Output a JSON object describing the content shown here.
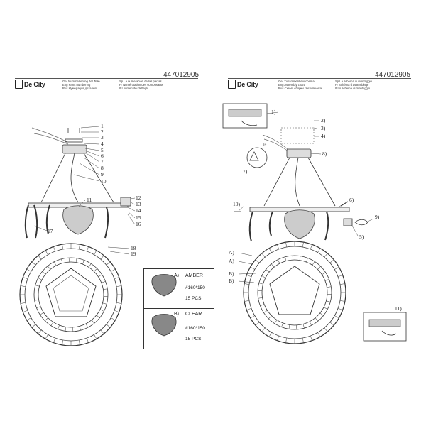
{
  "brand": "De City",
  "left": {
    "code": "447012905",
    "captions": [
      "Ger Nummerierung der Teile",
      "Eng Parts numbering",
      "Rus Нумерация деталей",
      "Sp La numeración de las piezas",
      "Fr Numérotation des composants",
      "It I numeri dei dettagli"
    ],
    "part_numbers": [
      "1",
      "2",
      "3",
      "4",
      "5",
      "6",
      "7",
      "8",
      "9",
      "10",
      "11",
      "12",
      "13",
      "14",
      "15",
      "16",
      "17",
      "18",
      "19"
    ],
    "variants": [
      {
        "letter": "A)",
        "name": "AMBER",
        "size": "#160*150",
        "qty": "15 PCS"
      },
      {
        "letter": "B)",
        "name": "CLEAR",
        "size": "#160*150",
        "qty": "15 PCS"
      }
    ]
  },
  "right": {
    "code": "447012905",
    "captions": [
      "Ger Zusammenbauschema",
      "Eng Assembly chart",
      "Rus Схема сборки светильника",
      "Sp La schema di montaggio",
      "Fr Schéma d'assemblage",
      "It Lo schema di montaggio"
    ],
    "steps": [
      "1)",
      "2)",
      "3)",
      "4)",
      "5)",
      "6)",
      "7)",
      "8)",
      "9)",
      "10)",
      "11)"
    ],
    "ring_labels": [
      "A)",
      "A)",
      "B)",
      "B)"
    ],
    "wire_note": "3+"
  }
}
